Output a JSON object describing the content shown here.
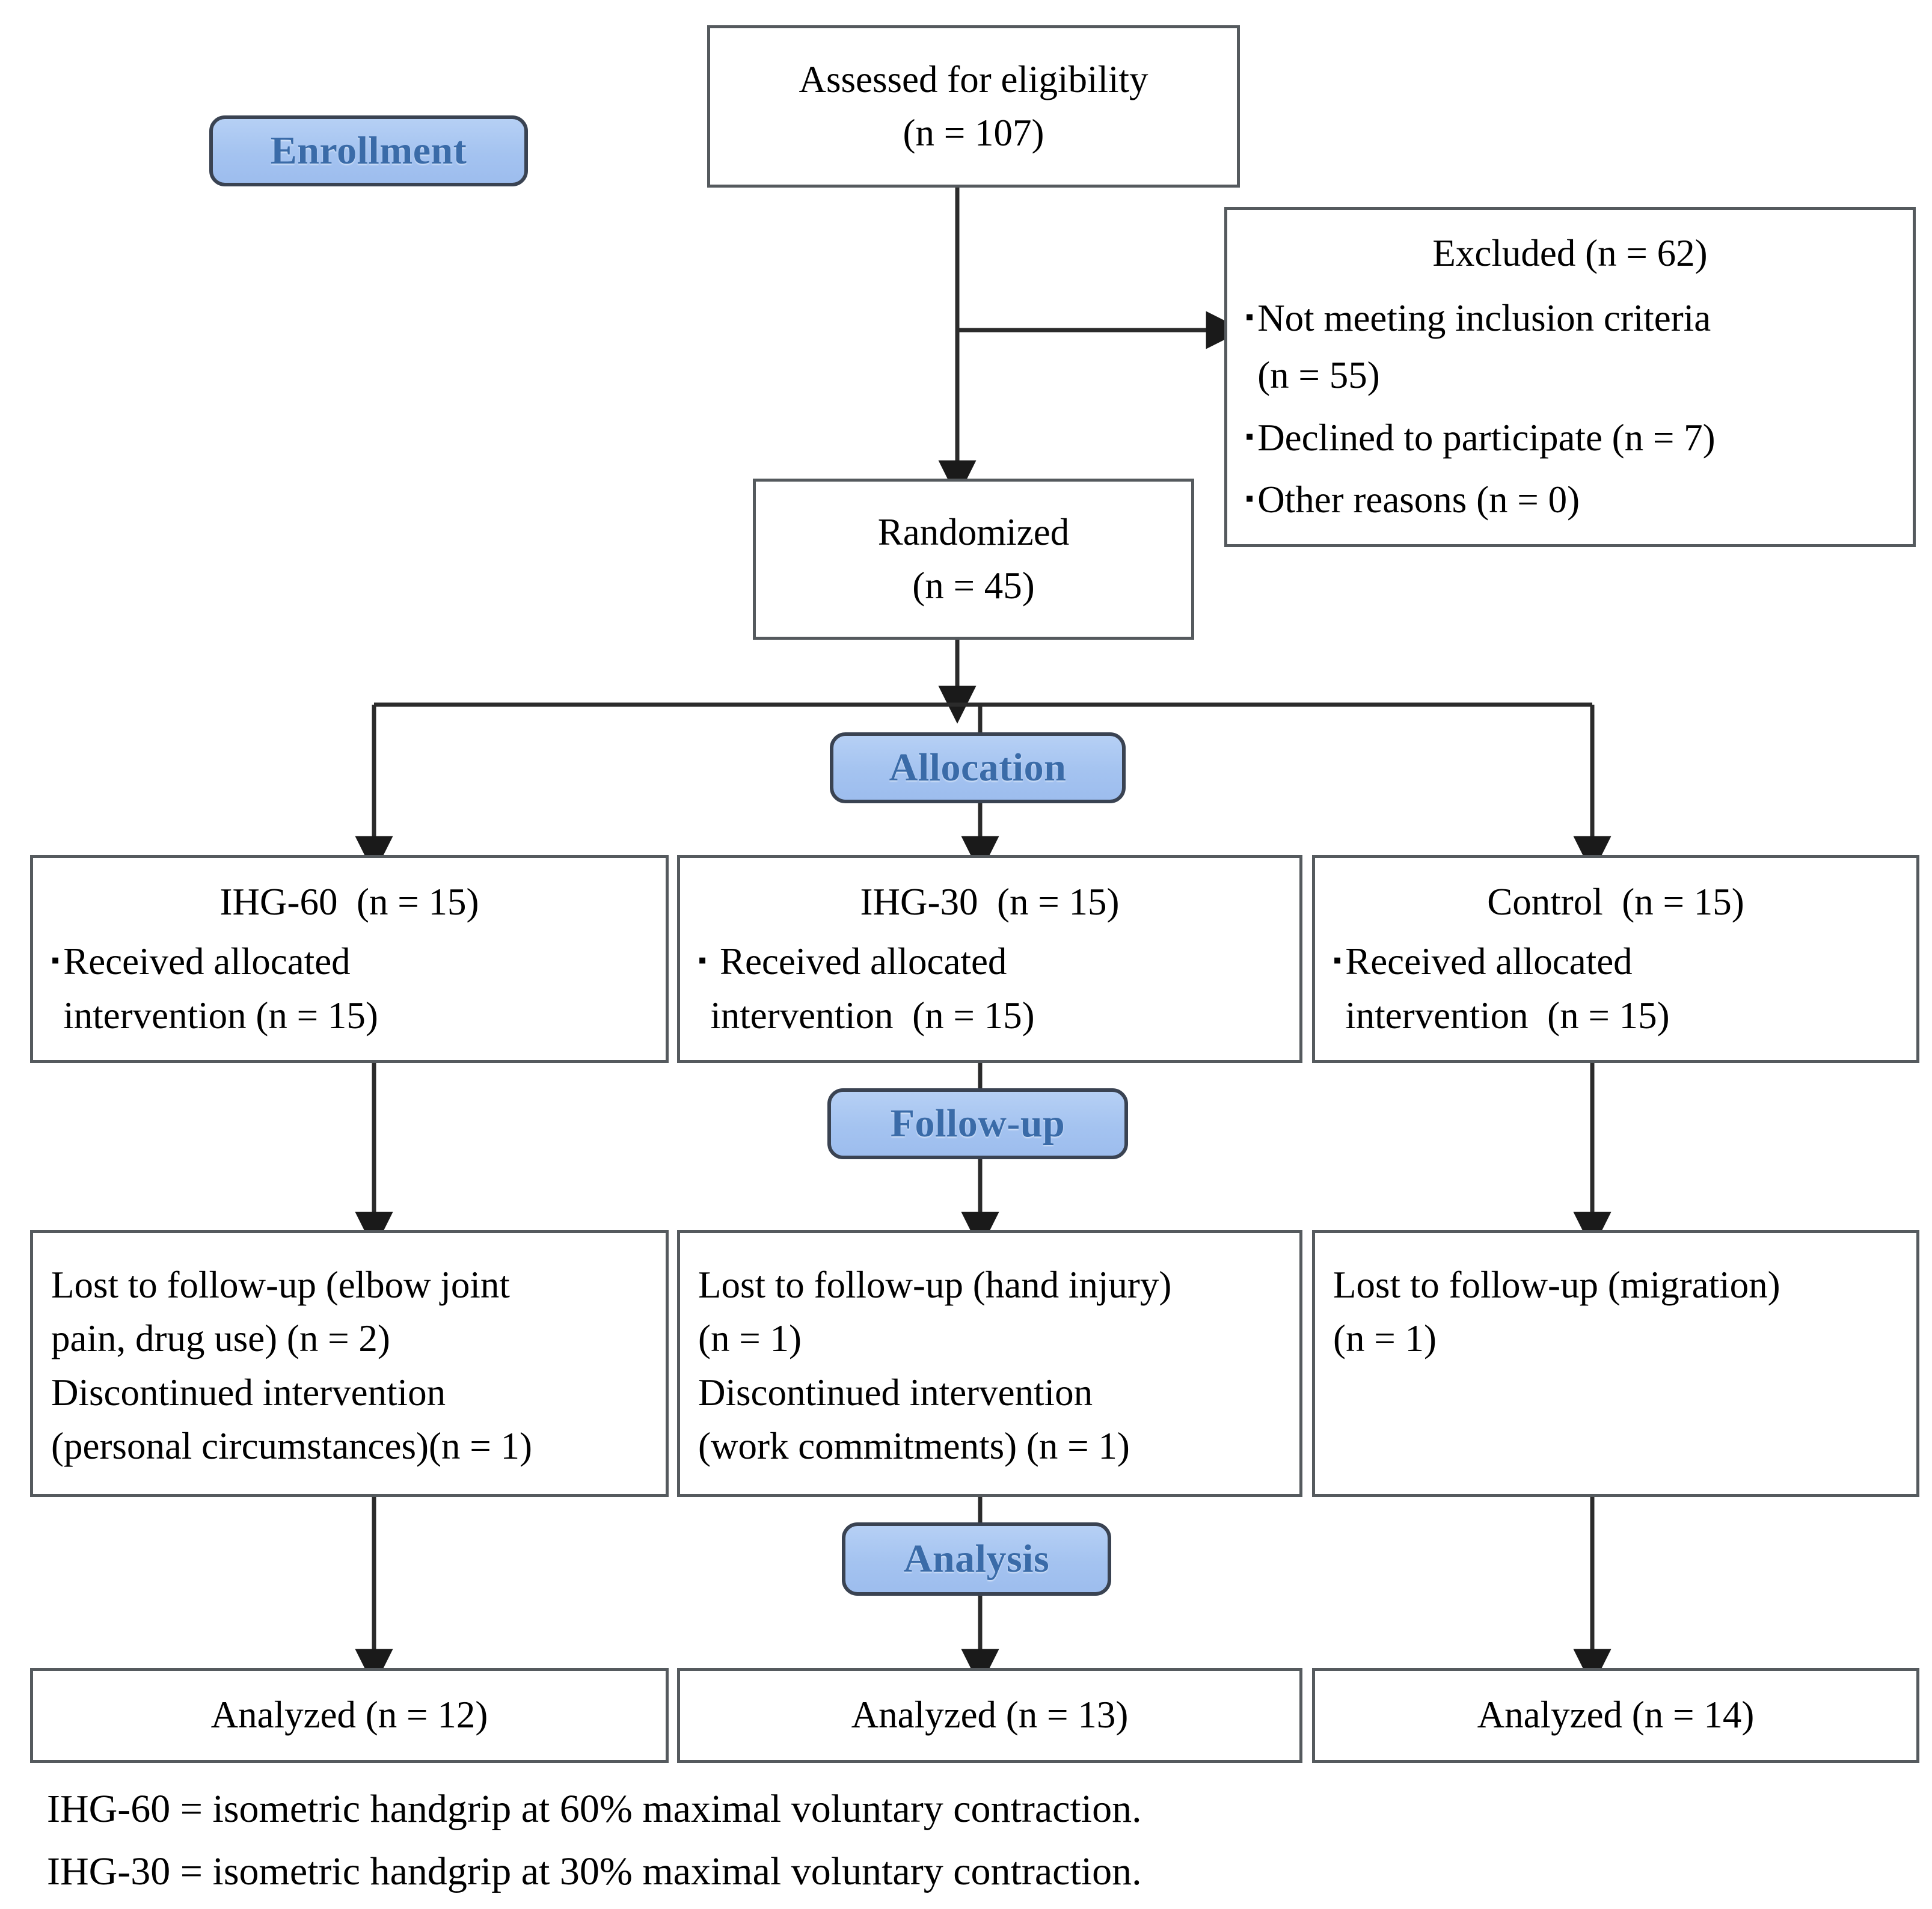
{
  "diagram": {
    "title": "CONSORT participant flow diagram",
    "bullet_glyph": "▪",
    "accent_fill": "#a4c3f0",
    "accent_border": "#3a4352",
    "accent_text": "#3a6ba8",
    "box_border": "#555a5e"
  },
  "stages": {
    "enrollment": "Enrollment",
    "allocation": "Allocation",
    "followup": "Follow-up",
    "analysis": "Analysis"
  },
  "enrollment": {
    "assessed": {
      "line1": "Assessed for eligibility",
      "line2": "(n = 107)"
    },
    "excluded": {
      "heading": "Excluded (n = 62)",
      "items": [
        "Not meeting inclusion criteria",
        "(n = 55)",
        "Declined to participate  (n = 7)",
        "Other reasons  (n = 0)"
      ]
    },
    "randomized": {
      "line1": "Randomized",
      "line2": "(n = 45)"
    }
  },
  "allocation_arms": [
    {
      "heading": "IHG-60  (n = 15)",
      "bullet_line1": "Received allocated",
      "bullet_line2": "intervention (n = 15)"
    },
    {
      "heading": "IHG-30  (n = 15)",
      "bullet_line1": " Received allocated",
      "bullet_line2": "intervention  (n = 15)"
    },
    {
      "heading": "Control  (n = 15)",
      "bullet_line1": "Received allocated",
      "bullet_line2": "intervention  (n = 15)"
    }
  ],
  "followup_arms": [
    {
      "line1": "Lost to follow-up (elbow joint",
      "line2": "pain, drug use) (n = 2)",
      "line3": "Discontinued intervention",
      "line4": "(personal circumstances)(n = 1)"
    },
    {
      "line1": "Lost to follow-up (hand injury)",
      "line2": "(n = 1)",
      "line3": "Discontinued intervention",
      "line4": "(work commitments) (n = 1)"
    },
    {
      "line1": "Lost to follow-up (migration)",
      "line2": "(n = 1)",
      "line3": "",
      "line4": ""
    }
  ],
  "analysis_arms": [
    {
      "label": "Analyzed (n = 12)"
    },
    {
      "label": "Analyzed (n = 13)"
    },
    {
      "label": "Analyzed (n = 14)"
    }
  ],
  "footnotes": [
    "IHG-60 = isometric handgrip at 60% maximal voluntary contraction.",
    "IHG-30 = isometric handgrip at 30% maximal voluntary contraction."
  ]
}
